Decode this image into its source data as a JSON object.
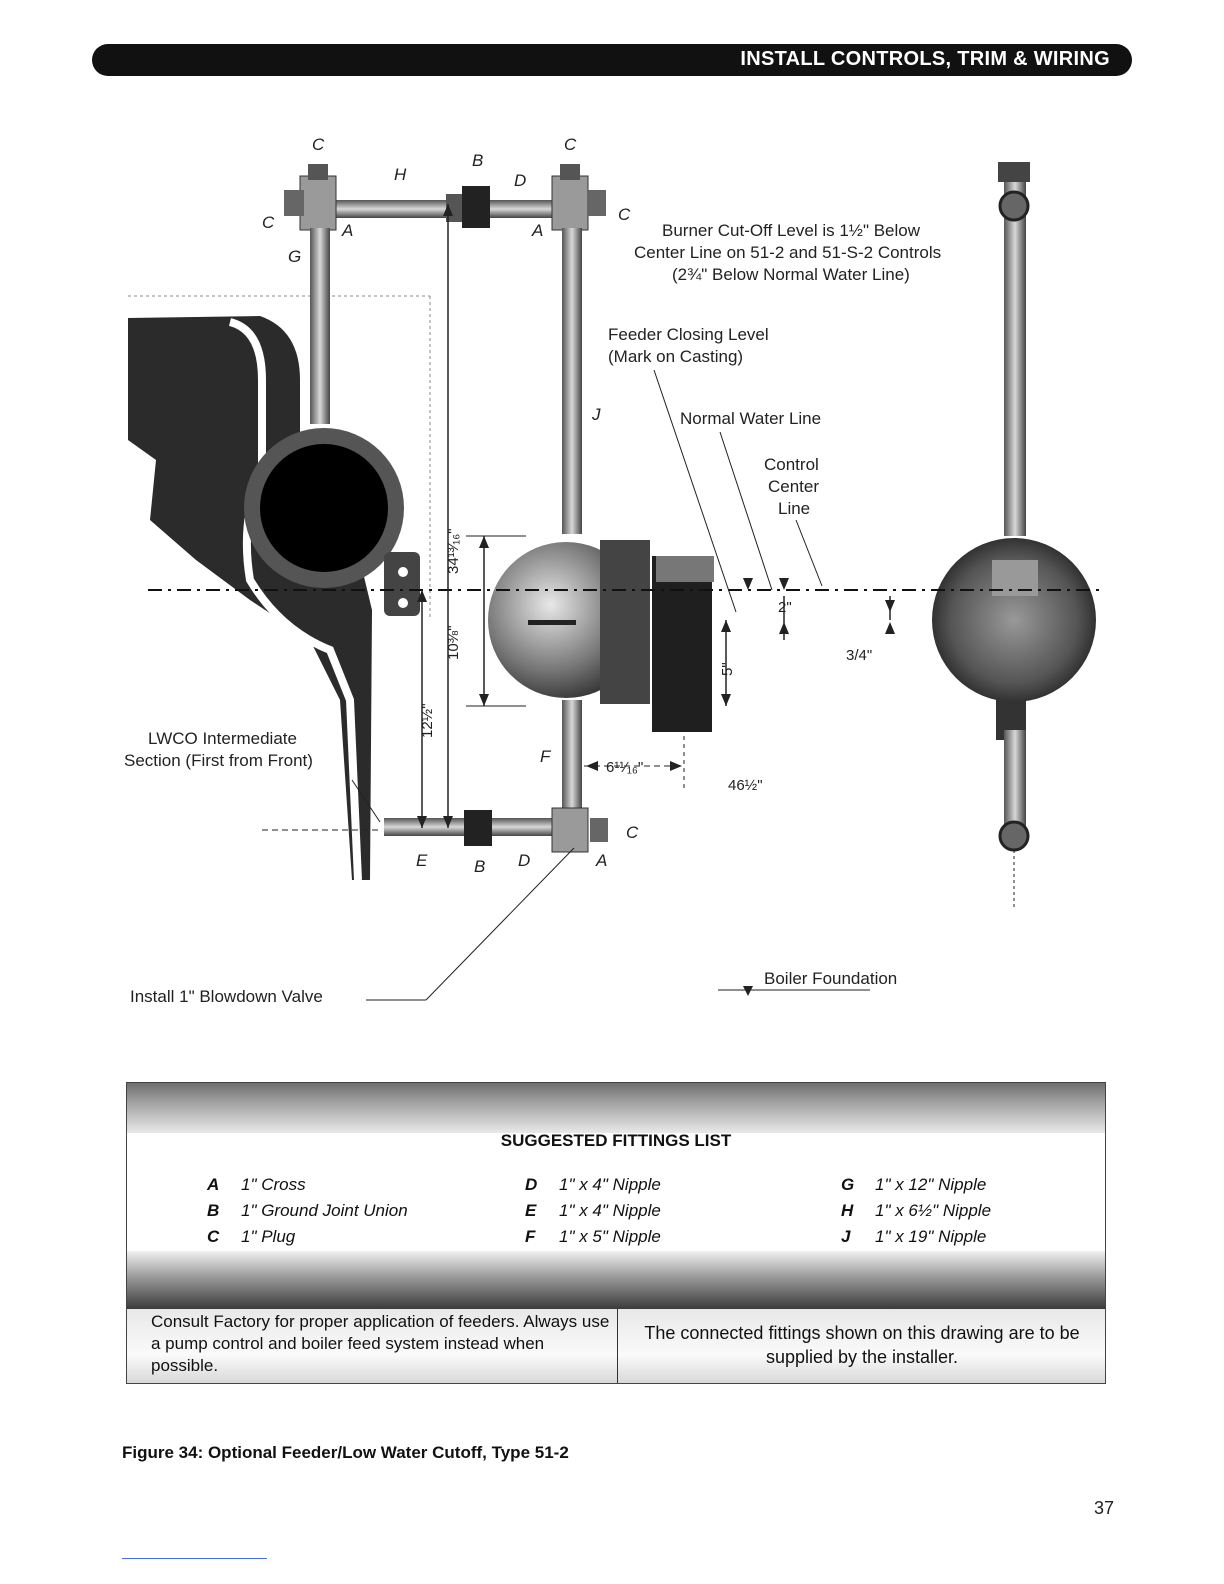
{
  "header": {
    "title": "INSTALL CONTROLS, TRIM & WIRING"
  },
  "diagram": {
    "fitting_labels": {
      "top_left_c": "C",
      "top_left_side_c": "C",
      "top_left_a": "A",
      "top_h": "H",
      "top_b": "B",
      "top_d": "D",
      "top_right_c": "C",
      "top_right_side_c": "C",
      "top_right_a": "A",
      "left_g": "G",
      "right_j": "J",
      "lower_f": "F",
      "bottom_e": "E",
      "bottom_b": "B",
      "bottom_d": "D",
      "bottom_c": "C",
      "bottom_a": "A"
    },
    "annotations": {
      "burner_cutoff_1": "Burner Cut-Off Level is 1½\" Below",
      "burner_cutoff_2": "Center Line on 51-2 and 51-S-2 Controls",
      "burner_cutoff_3": "(2¾\" Below Normal Water Line)",
      "feeder_closing_1": "Feeder Closing Level",
      "feeder_closing_2": "(Mark on Casting)",
      "normal_water_line": "Normal Water Line",
      "control_center_1": "Control",
      "control_center_2": "Center",
      "control_center_3": "Line",
      "lwco_1": "LWCO Intermediate",
      "lwco_2": "Section (First from Front)",
      "blowdown": "Install 1\" Blowdown Valve",
      "boiler_foundation": "Boiler Foundation"
    },
    "dimensions": {
      "d_34": "34¹³⁄₁₆\"",
      "d_10": "10⅜\"",
      "d_12": "12½\"",
      "d_5": "5\"",
      "d_2": "2\"",
      "d_34th": "3/4\"",
      "d_6": "6¹¹⁄₁₆\"",
      "d_46": "46½\""
    }
  },
  "fittings": {
    "title": "SUGGESTED FITTINGS LIST",
    "items": [
      {
        "letter": "A",
        "desc": "1\" Cross"
      },
      {
        "letter": "B",
        "desc": "1\" Ground Joint Union"
      },
      {
        "letter": "C",
        "desc": "1\" Plug"
      },
      {
        "letter": "D",
        "desc": "1\" x 4\" Nipple"
      },
      {
        "letter": "E",
        "desc": "1\" x 4\" Nipple"
      },
      {
        "letter": "F",
        "desc": "1\" x 5\" Nipple"
      },
      {
        "letter": "G",
        "desc": "1\" x 12\" Nipple"
      },
      {
        "letter": "H",
        "desc": "1\" x 6½\" Nipple"
      },
      {
        "letter": "J",
        "desc": "1\" x 19\" Nipple"
      }
    ],
    "note_left": "Consult Factory for proper application of feeders. Always use a pump control and boiler feed system instead when possible.",
    "note_right": "The connected fittings shown on this drawing are to be supplied by the installer."
  },
  "caption": "Figure 34: Optional Feeder/Low Water Cutoff, Type 51-2",
  "page_number": "37"
}
